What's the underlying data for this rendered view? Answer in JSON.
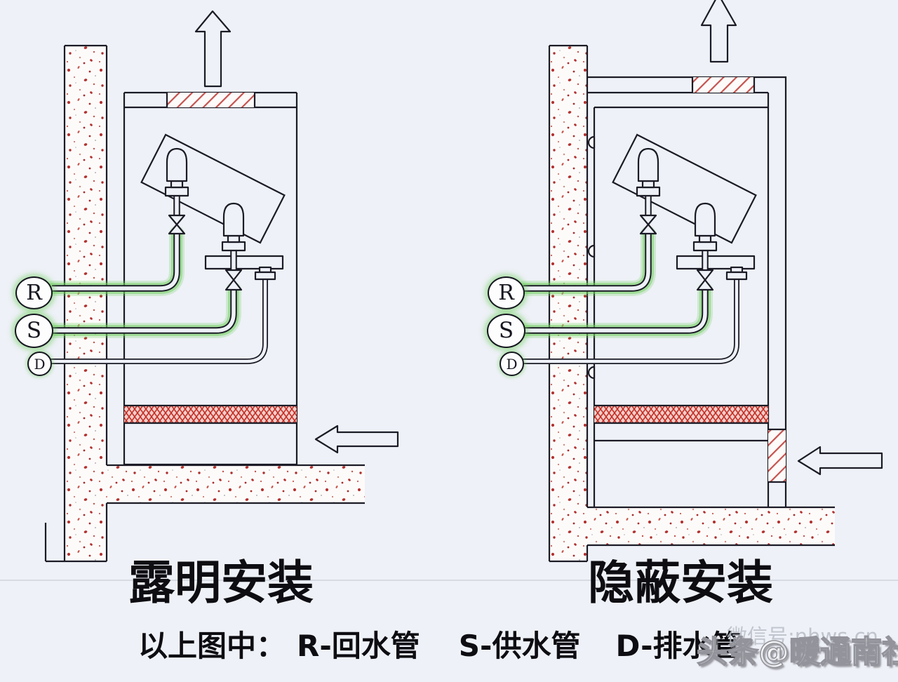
{
  "diagrams": [
    {
      "title": "露明安装",
      "labels": {
        "R": "R",
        "S": "S",
        "D": "D"
      }
    },
    {
      "title": "隐蔽安装",
      "labels": {
        "R": "R",
        "S": "S",
        "D": "D"
      }
    }
  ],
  "legend": {
    "intro": "以上图中：",
    "return_pipe": "R-回水管",
    "supply_pipe": "S-供水管",
    "drain_pipe": "D-排水管"
  },
  "watermark": {
    "wechat": "微信号:nhws.cn",
    "byline": "头条@暖通南社"
  },
  "icons": {
    "up_arrow": "airflow-up-arrow",
    "in_arrow": "airflow-in-arrow"
  },
  "colors": {
    "line": "#1b1b26",
    "speckle_red": "#b23230",
    "hatch_red": "#c5524e",
    "grille_red": "#c33026",
    "glow_green": "#6fcf5e"
  }
}
